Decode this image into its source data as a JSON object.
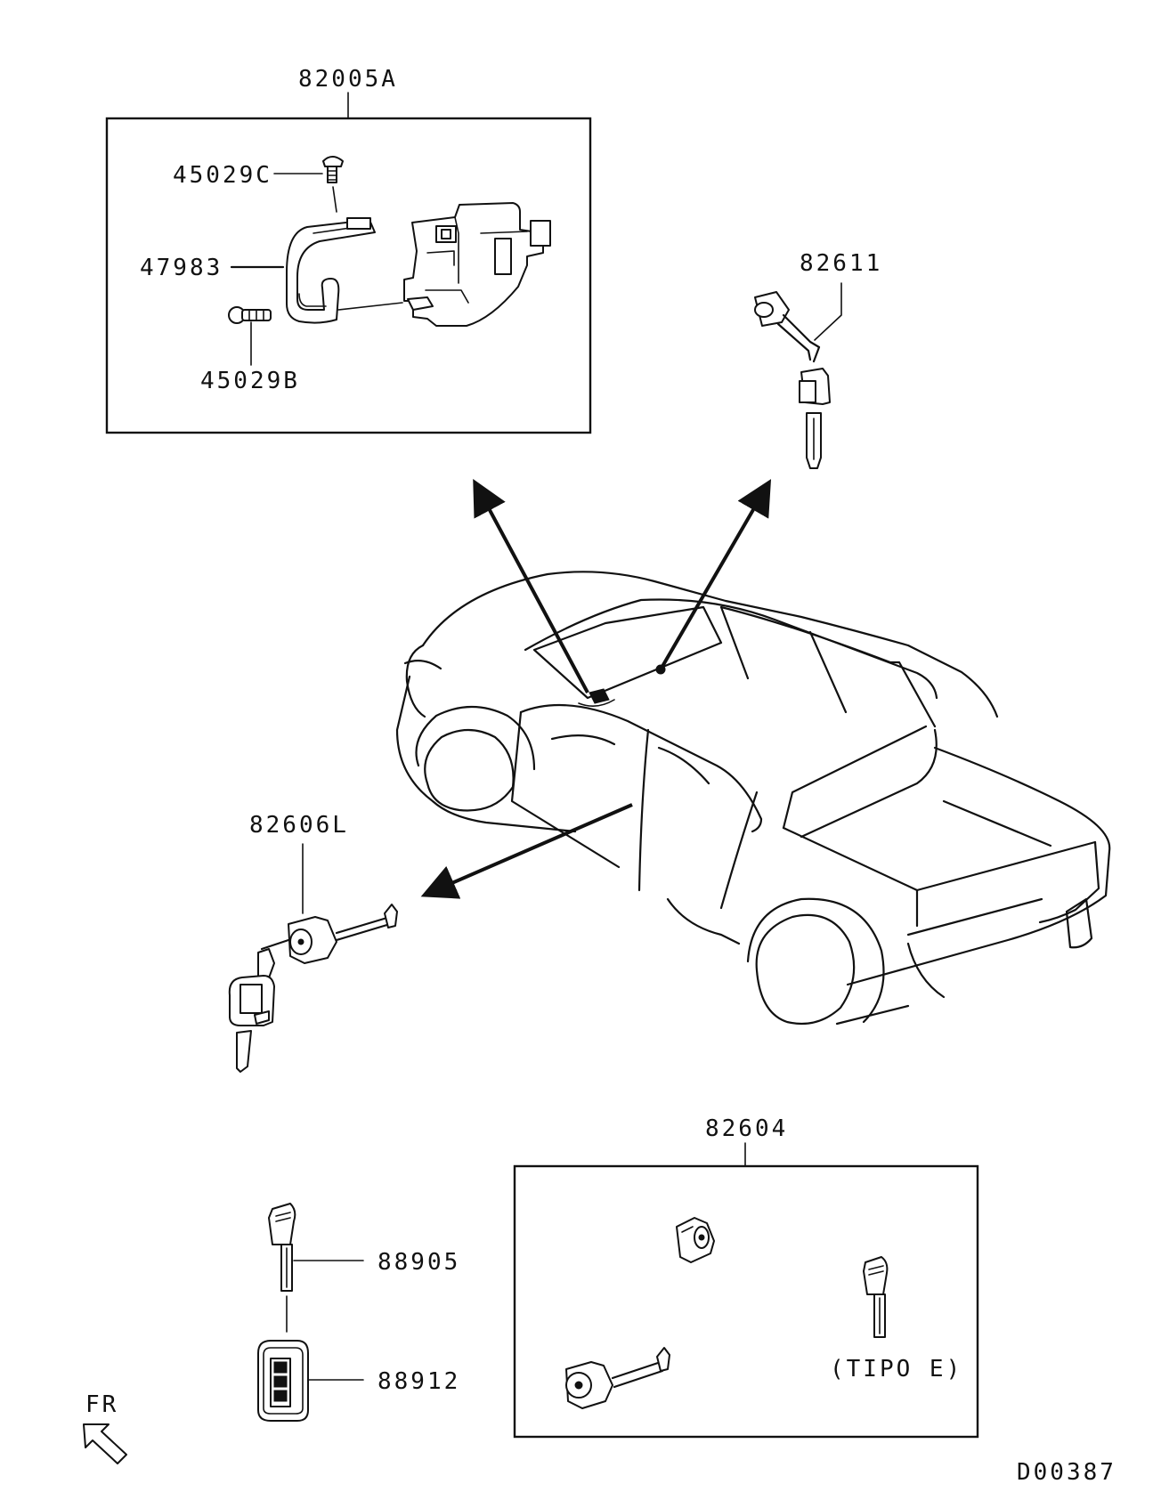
{
  "parts": {
    "ignition_switch_assembly": "82005A",
    "screw_c": "45029C",
    "cover_bracket": "47983",
    "screw_b": "45029B",
    "ignition_key_cylinder": "82611",
    "door_lock_cylinder_left": "82606L",
    "lock_cylinder_set": "82604",
    "key_blade": "88905",
    "remote_key_fob": "88912"
  },
  "notes": {
    "tipo": "(TIPO E)",
    "front_indicator": "FR",
    "diagram_code": "D00387"
  },
  "icons": {
    "front_arrow": "front-direction-arrow-icon"
  }
}
